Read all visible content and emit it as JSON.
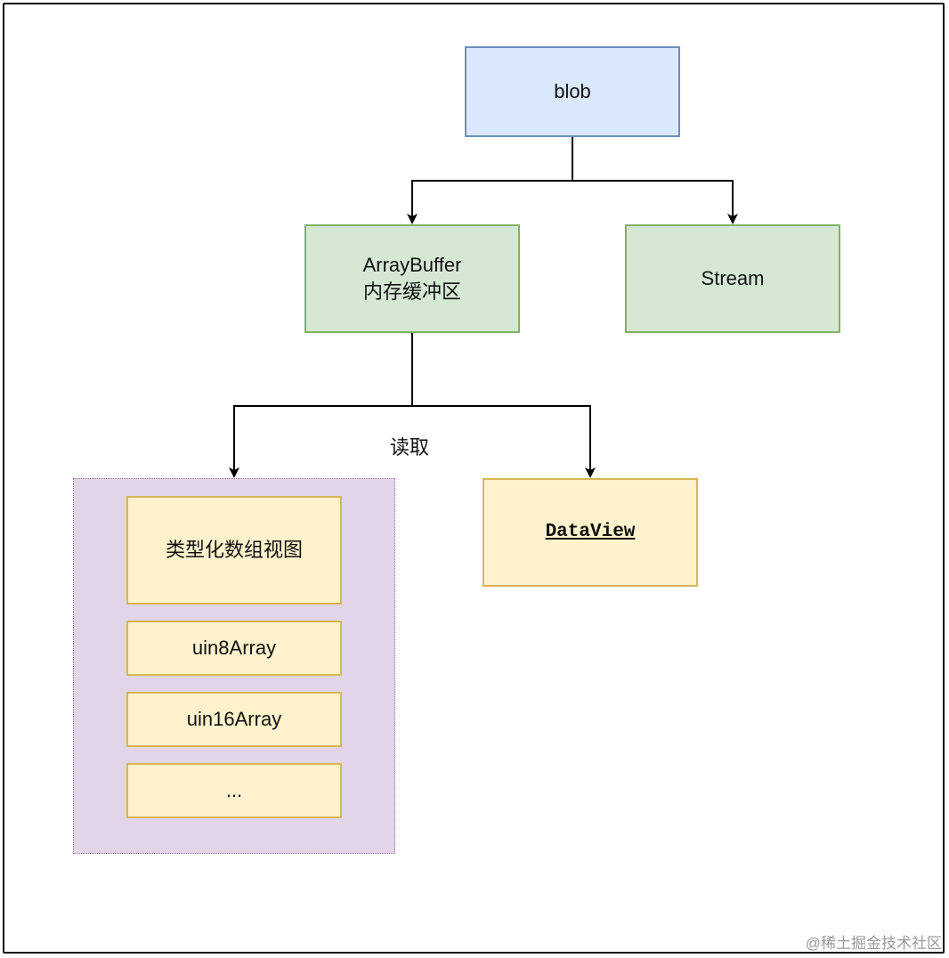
{
  "nodes": {
    "blob": "blob",
    "array_buffer_title": "ArrayBuffer",
    "array_buffer_subtitle": "内存缓冲区",
    "stream": "Stream",
    "typed_array_views": "类型化数组视图",
    "uint8": "uin8Array",
    "uint16": "uin16Array",
    "more": "...",
    "dataview": "DataView"
  },
  "edge_labels": {
    "read": "读取"
  },
  "watermark": "@稀土掘金技术社区",
  "colors": {
    "blue_fill": "#dae8fc",
    "blue_stroke": "#6c8ebf",
    "green_fill": "#d5e8d4",
    "green_stroke": "#82b366",
    "yellow_fill": "#fff2cc",
    "yellow_stroke": "#d6b656",
    "purple_fill": "#e1d5e7",
    "purple_stroke": "#9673a6"
  }
}
